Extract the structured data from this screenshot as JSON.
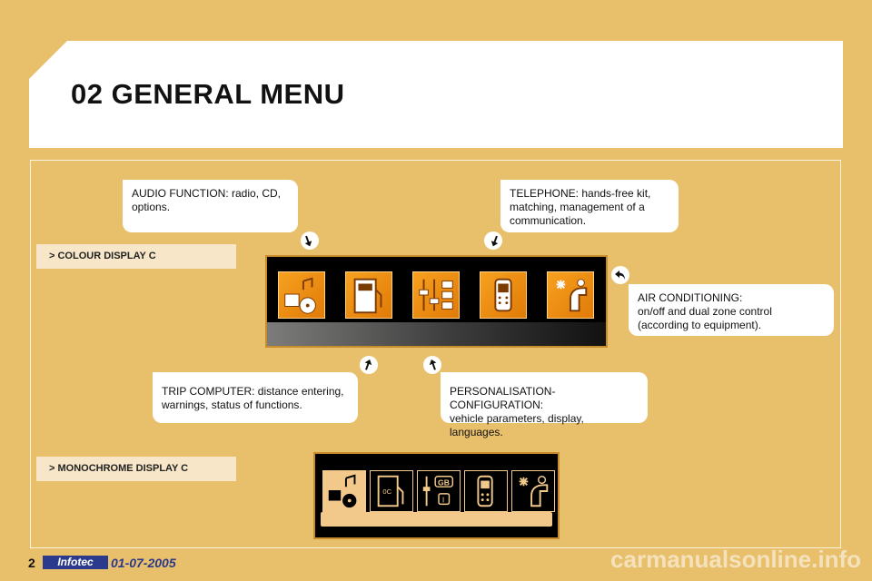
{
  "page": {
    "title": "02 GENERAL MENU",
    "page_number": "2",
    "footer_logo": "Infotec",
    "footer_date": "01-07-2005",
    "watermark": "carmanualsonline.info"
  },
  "callouts": {
    "audio": "AUDIO FUNCTION: radio, CD, options.",
    "telephone": "TELEPHONE: hands-free kit, matching, management of a communication.",
    "air_line1": "AIR CONDITIONING:",
    "air_line2": "on/off and dual zone control (according to equipment).",
    "trip": "TRIP COMPUTER: distance entering, warnings, status of functions.",
    "personalisation_line1": "PERSONALISATION-CONFIGURATION:",
    "personalisation_line2": "vehicle parameters, display, languages."
  },
  "sections": {
    "colour": "> COLOUR DISPLAY C",
    "mono": "> MONOCHROME DISPLAY C"
  },
  "icons": {
    "colour": [
      "audio-icon",
      "trip-computer-icon",
      "personalisation-icon",
      "telephone-icon",
      "air-conditioning-icon"
    ],
    "mono": [
      "audio-icon",
      "trip-computer-icon",
      "personalisation-icon",
      "telephone-icon",
      "air-conditioning-icon"
    ]
  },
  "mono_icon_text": {
    "fuel_gauge": "0C",
    "language": "GB",
    "language_alt": "I"
  },
  "colors": {
    "background": "#e8bf6b",
    "accent_orange": "#f7a11f",
    "footer_blue": "#2c3a8d"
  }
}
